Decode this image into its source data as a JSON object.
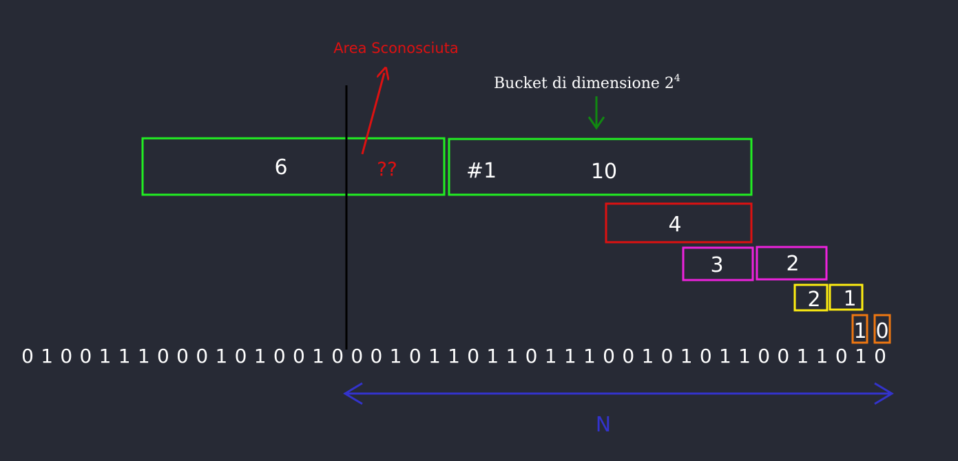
{
  "colors": {
    "background": "#272a35",
    "text": "#ffffff",
    "green": "#22ee22",
    "red": "#dd1111",
    "magenta": "#ee22dd",
    "yellow": "#ffee11",
    "orange": "#ee7711",
    "blue": "#3333cc",
    "dark_green": "#118811",
    "divider": "#000000"
  },
  "labels": {
    "unknown_area": "Area Sconosciuta",
    "bucket_caption_prefix": "Bucket di dimensione 2",
    "bucket_caption_exponent": "4",
    "window_label": "N"
  },
  "buckets": {
    "b6": "6",
    "b6_unknown": "??",
    "b10_index": "#1",
    "b10": "10",
    "b4": "4",
    "b3": "3",
    "b2": "2",
    "b2b": "2",
    "b1": "1",
    "b1a": "1",
    "b0": "0"
  },
  "bitstream": [
    "0",
    "1",
    "0",
    "0",
    "1",
    "1",
    "1",
    "0",
    "0",
    "0",
    "1",
    "0",
    "1",
    "0",
    "0",
    "1",
    "0",
    "0",
    "0",
    "1",
    "0",
    "1",
    "1",
    "0",
    "1",
    "1",
    "0",
    "1",
    "1",
    "1",
    "0",
    "0",
    "1",
    "0",
    "1",
    "0",
    "1",
    "1",
    "0",
    "0",
    "1",
    "1",
    "0",
    "1",
    "0"
  ]
}
